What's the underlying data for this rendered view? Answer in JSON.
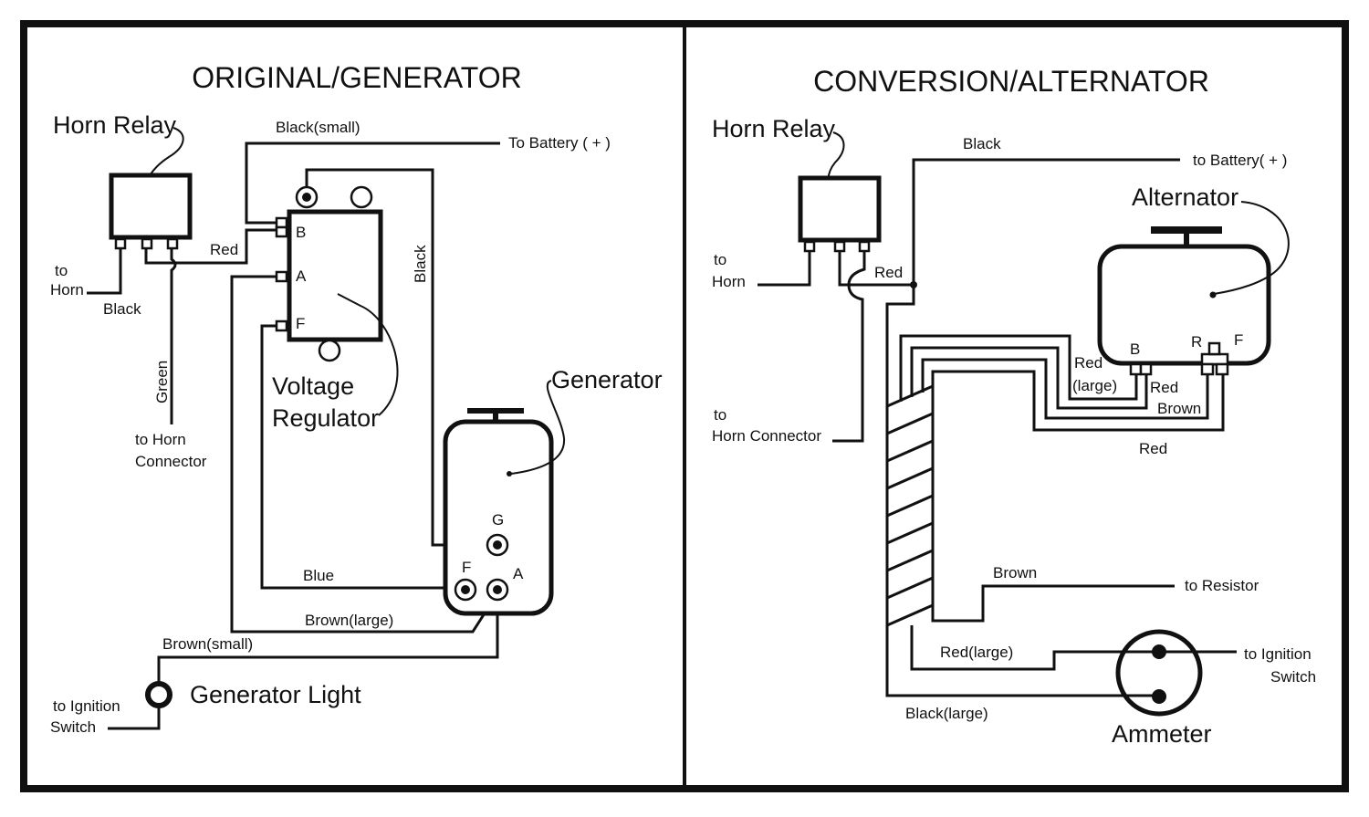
{
  "left_panel": {
    "title": "ORIGINAL/GENERATOR",
    "components": {
      "horn_relay": "Horn Relay",
      "voltage_regulator_line1": "Voltage",
      "voltage_regulator_line2": "Regulator",
      "generator": "Generator",
      "generator_light": "Generator Light"
    },
    "terminals": {
      "regulator_b": "B",
      "regulator_a": "A",
      "regulator_f": "F",
      "generator_g": "G",
      "generator_f": "F",
      "generator_a": "A"
    },
    "wires": {
      "black_small": "Black(small)",
      "to_battery": "To Battery ( + )",
      "red": "Red",
      "black_horn": "Black",
      "black_vertical": "Black",
      "green": "Green",
      "blue": "Blue",
      "brown_large": "Brown(large)",
      "brown_small": "Brown(small)"
    },
    "endpoints": {
      "to_horn_1": "to",
      "to_horn_2": "Horn",
      "to_horn_connector_1": "to Horn",
      "to_horn_connector_2": "Connector",
      "to_ignition_1": "to Ignition",
      "to_ignition_2": "Switch"
    }
  },
  "right_panel": {
    "title": "CONVERSION/ALTERNATOR",
    "components": {
      "horn_relay": "Horn Relay",
      "alternator": "Alternator",
      "ammeter": "Ammeter"
    },
    "terminals": {
      "alternator_b": "B",
      "alternator_r": "R",
      "alternator_f": "F"
    },
    "wires": {
      "black": "Black",
      "to_battery": "to Battery( + )",
      "red_relay": "Red",
      "red_large_1": "Red",
      "red_large_2": "(large)",
      "red_b": "Red",
      "brown_r": "Brown",
      "red_f": "Red",
      "brown_resistor": "Brown",
      "red_large_ammeter": "Red(large)",
      "black_large": "Black(large)"
    },
    "endpoints": {
      "to_horn_1": "to",
      "to_horn_2": "Horn",
      "to_horn_connector_1": "to",
      "to_horn_connector_2": "Horn Connector",
      "to_resistor": "to Resistor",
      "to_ignition_1": "to Ignition",
      "to_ignition_2": "Switch"
    }
  }
}
